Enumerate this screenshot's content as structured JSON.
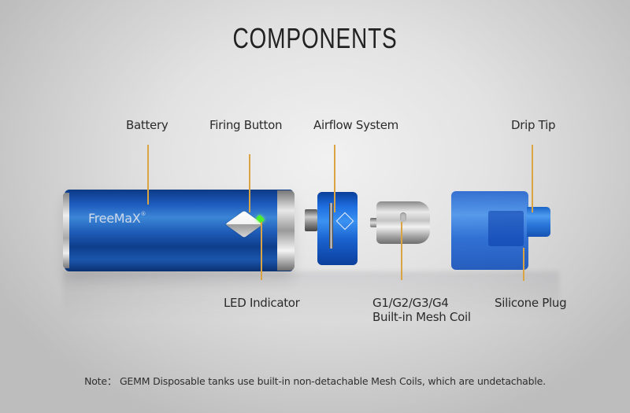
{
  "title": "COMPONENTS",
  "brand": {
    "name": "FreeMaX",
    "mark": "®"
  },
  "labels": {
    "battery": "Battery",
    "firing_button": "Firing Button",
    "airflow_system": "Airflow System",
    "drip_tip": "Drip Tip",
    "led_indicator": "LED Indicator",
    "coil_line1": "G1/G2/G3/G4",
    "coil_line2": "Built-in Mesh Coil",
    "silicone_plug": "Silicone Plug"
  },
  "note": "Note： GEMM Disposable tanks use built-in non-detachable Mesh Coils, which are undetachable.",
  "colors": {
    "leader_line": "#d9a441",
    "device_blue": "#1e5cb8",
    "led_green": "#4cf02f",
    "background": "#e2e2e2"
  }
}
